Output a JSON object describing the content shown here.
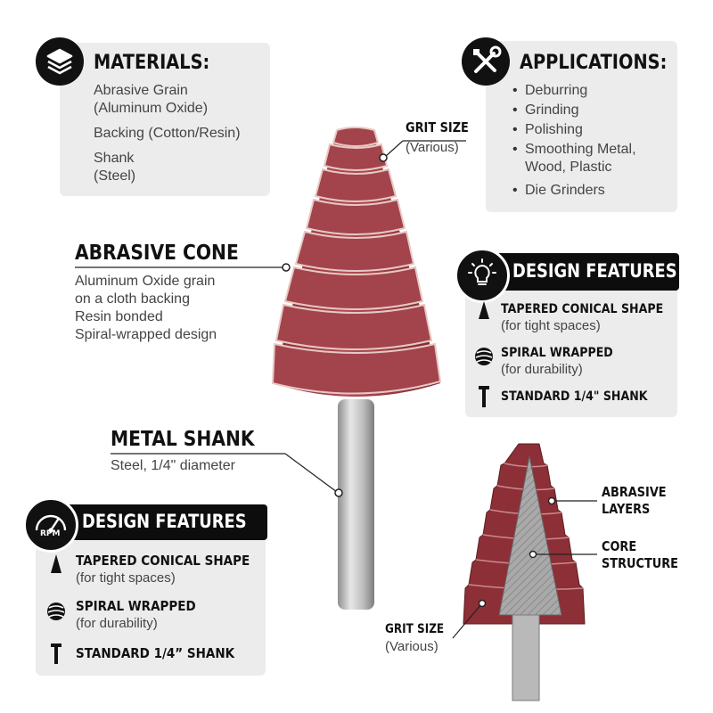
{
  "materials": {
    "title": "MATERIALS:",
    "items": [
      {
        "line1": "Abrasive Grain",
        "line2": "(Aluminum Oxide)"
      },
      {
        "line1": "Backing (Cotton/Resin)",
        "line2": ""
      },
      {
        "line1": "Shank",
        "line2": "(Steel)"
      }
    ]
  },
  "applications": {
    "title": "APPLICATIONS:",
    "items": [
      "Deburring",
      "Grinding",
      "Polishing",
      "Smoothing Metal,",
      "Wood, Plastic",
      "Die Grinders"
    ]
  },
  "callouts": {
    "grit_title": "GRIT SIZE",
    "grit_sub": "(Various)",
    "cone_title": "ABRASIVE CONE",
    "cone_lines": [
      "Aluminum Oxide grain",
      "on a cloth backing",
      "Resin bonded",
      "Spiral-wrapped design"
    ],
    "shank_title": "METAL SHANK",
    "shank_sub": "Steel, 1/4\" diameter"
  },
  "design_features_right": {
    "title": "DESIGN FEATURES",
    "items": [
      {
        "title": "TAPERED CONICAL SHAPE",
        "sub": "(for tight spaces)"
      },
      {
        "title": "SPIRAL WRAPPED",
        "sub": "(for durability)"
      },
      {
        "title": "STANDARD 1/4\" SHANK",
        "sub": ""
      }
    ]
  },
  "design_features_left": {
    "title": "DESIGN FEATURES",
    "rpm": "RPM",
    "items": [
      {
        "title": "TAPERED CONICAL SHAPE",
        "sub": "(for tight spaces)"
      },
      {
        "title": "SPIRAL WRAPPED",
        "sub": "(for durability)"
      },
      {
        "title": "STANDARD 1/4” SHANK",
        "sub": ""
      }
    ]
  },
  "cutaway": {
    "abrasive_1": "ABRASIVE",
    "abrasive_2": "LAYERS",
    "core_1": "CORE",
    "core_2": "STRUCTURE",
    "grit_title": "GRIT SIZE",
    "grit_sub": "(Various)"
  },
  "colors": {
    "panel": "#ececec",
    "dark": "#0d0d0d",
    "abrasive": "#9c3a40",
    "steel": "#c8c8c8"
  }
}
